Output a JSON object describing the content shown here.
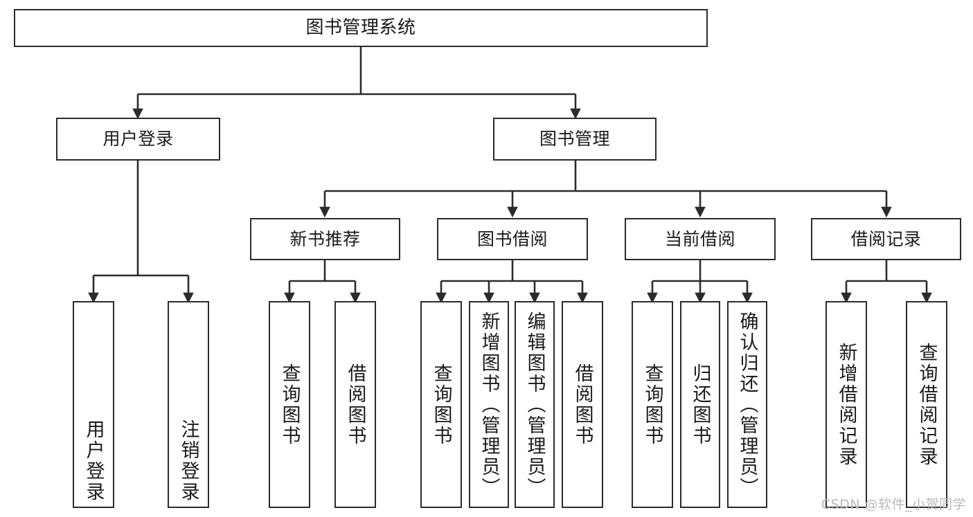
{
  "diagram": {
    "title": "图书管理系统",
    "type": "hierarchy-tree",
    "colors": {
      "box_border": "#2b2b2b",
      "box_fill": "#ffffff",
      "edge": "#2b2b2b",
      "text": "#1a1a1a",
      "watermark": "#b9b9b9"
    },
    "root": {
      "label": "图书管理系统"
    },
    "level2": [
      {
        "label": "用户登录"
      },
      {
        "label": "图书管理"
      }
    ],
    "level3": [
      {
        "label": "新书推荐"
      },
      {
        "label": "图书借阅"
      },
      {
        "label": "当前借阅"
      },
      {
        "label": "借阅记录"
      }
    ],
    "leaves": {
      "user_login": [
        {
          "label": "用户登录"
        },
        {
          "label": "注销登录"
        }
      ],
      "new_book_recommend": [
        {
          "label": "查询图书"
        },
        {
          "label": "借阅图书"
        }
      ],
      "book_borrow": [
        {
          "label": "查询图书"
        },
        {
          "label": "新增图书（管理员）"
        },
        {
          "label": "编辑图书（管理员）"
        },
        {
          "label": "借阅图书"
        }
      ],
      "current_borrow": [
        {
          "label": "查询图书"
        },
        {
          "label": "归还图书"
        },
        {
          "label": "确认归还（管理员）"
        }
      ],
      "borrow_record": [
        {
          "label": "新增借阅记录"
        },
        {
          "label": "查询借阅记录"
        }
      ]
    }
  },
  "watermark": {
    "text": "CSDN @软件_小贺同学"
  }
}
